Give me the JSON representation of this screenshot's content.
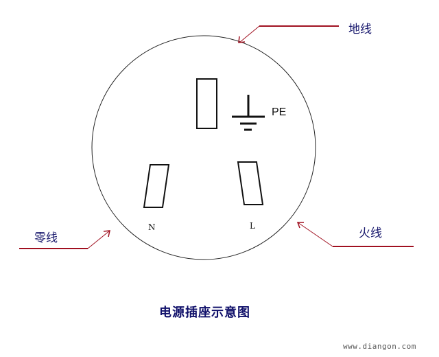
{
  "diagram": {
    "title": "电源插座示意图",
    "labels": {
      "ground_wire": "地线",
      "neutral_wire": "零线",
      "live_wire": "火线",
      "pe": "PE",
      "neutral_pin": "N",
      "live_pin": "L"
    },
    "watermark": "www.diangon.com",
    "colors": {
      "arrow": "#a01020",
      "outline": "#000000",
      "label_text": "#1a1a6e"
    }
  }
}
